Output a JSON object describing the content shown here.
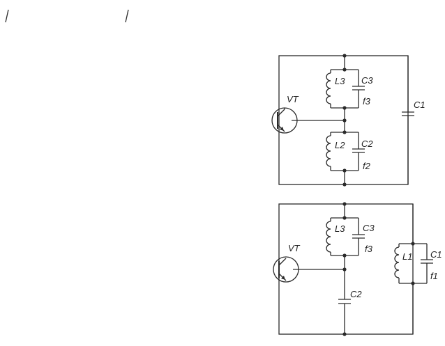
{
  "colors": {
    "line": "#2a2a2a",
    "background": "#ffffff"
  },
  "top_circuit": {
    "transistor": "VT",
    "inductor_upper": "L3",
    "capacitor_upper": "C3",
    "freq_upper": "f3",
    "inductor_lower": "L2",
    "capacitor_lower": "C2",
    "freq_lower": "f2",
    "capacitor_right": "C1"
  },
  "bottom_circuit": {
    "transistor": "VT",
    "inductor_upper": "L3",
    "capacitor_upper": "C3",
    "freq_upper": "f3",
    "capacitor_middle": "C2",
    "inductor_right": "L1",
    "capacitor_right": "C1",
    "freq_right": "f1"
  }
}
